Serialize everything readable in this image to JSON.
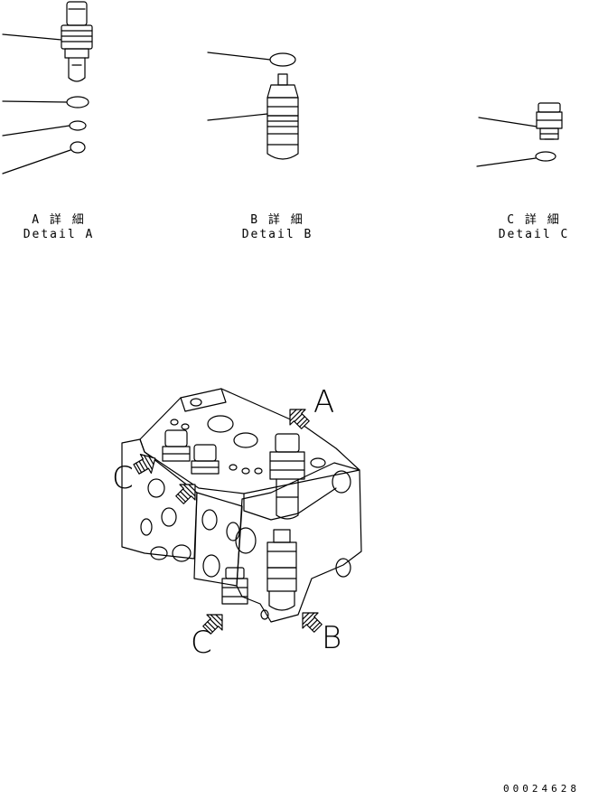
{
  "detail_a": {
    "jp": "A 詳 細",
    "en": "Detail A"
  },
  "detail_b": {
    "jp": "B 詳 細",
    "en": "Detail B"
  },
  "detail_c": {
    "jp": "C 詳 細",
    "en": "Detail C"
  },
  "callouts": {
    "a": "A",
    "b": "B",
    "c1": "C",
    "c2": "C"
  },
  "drawing_number": "00024628"
}
